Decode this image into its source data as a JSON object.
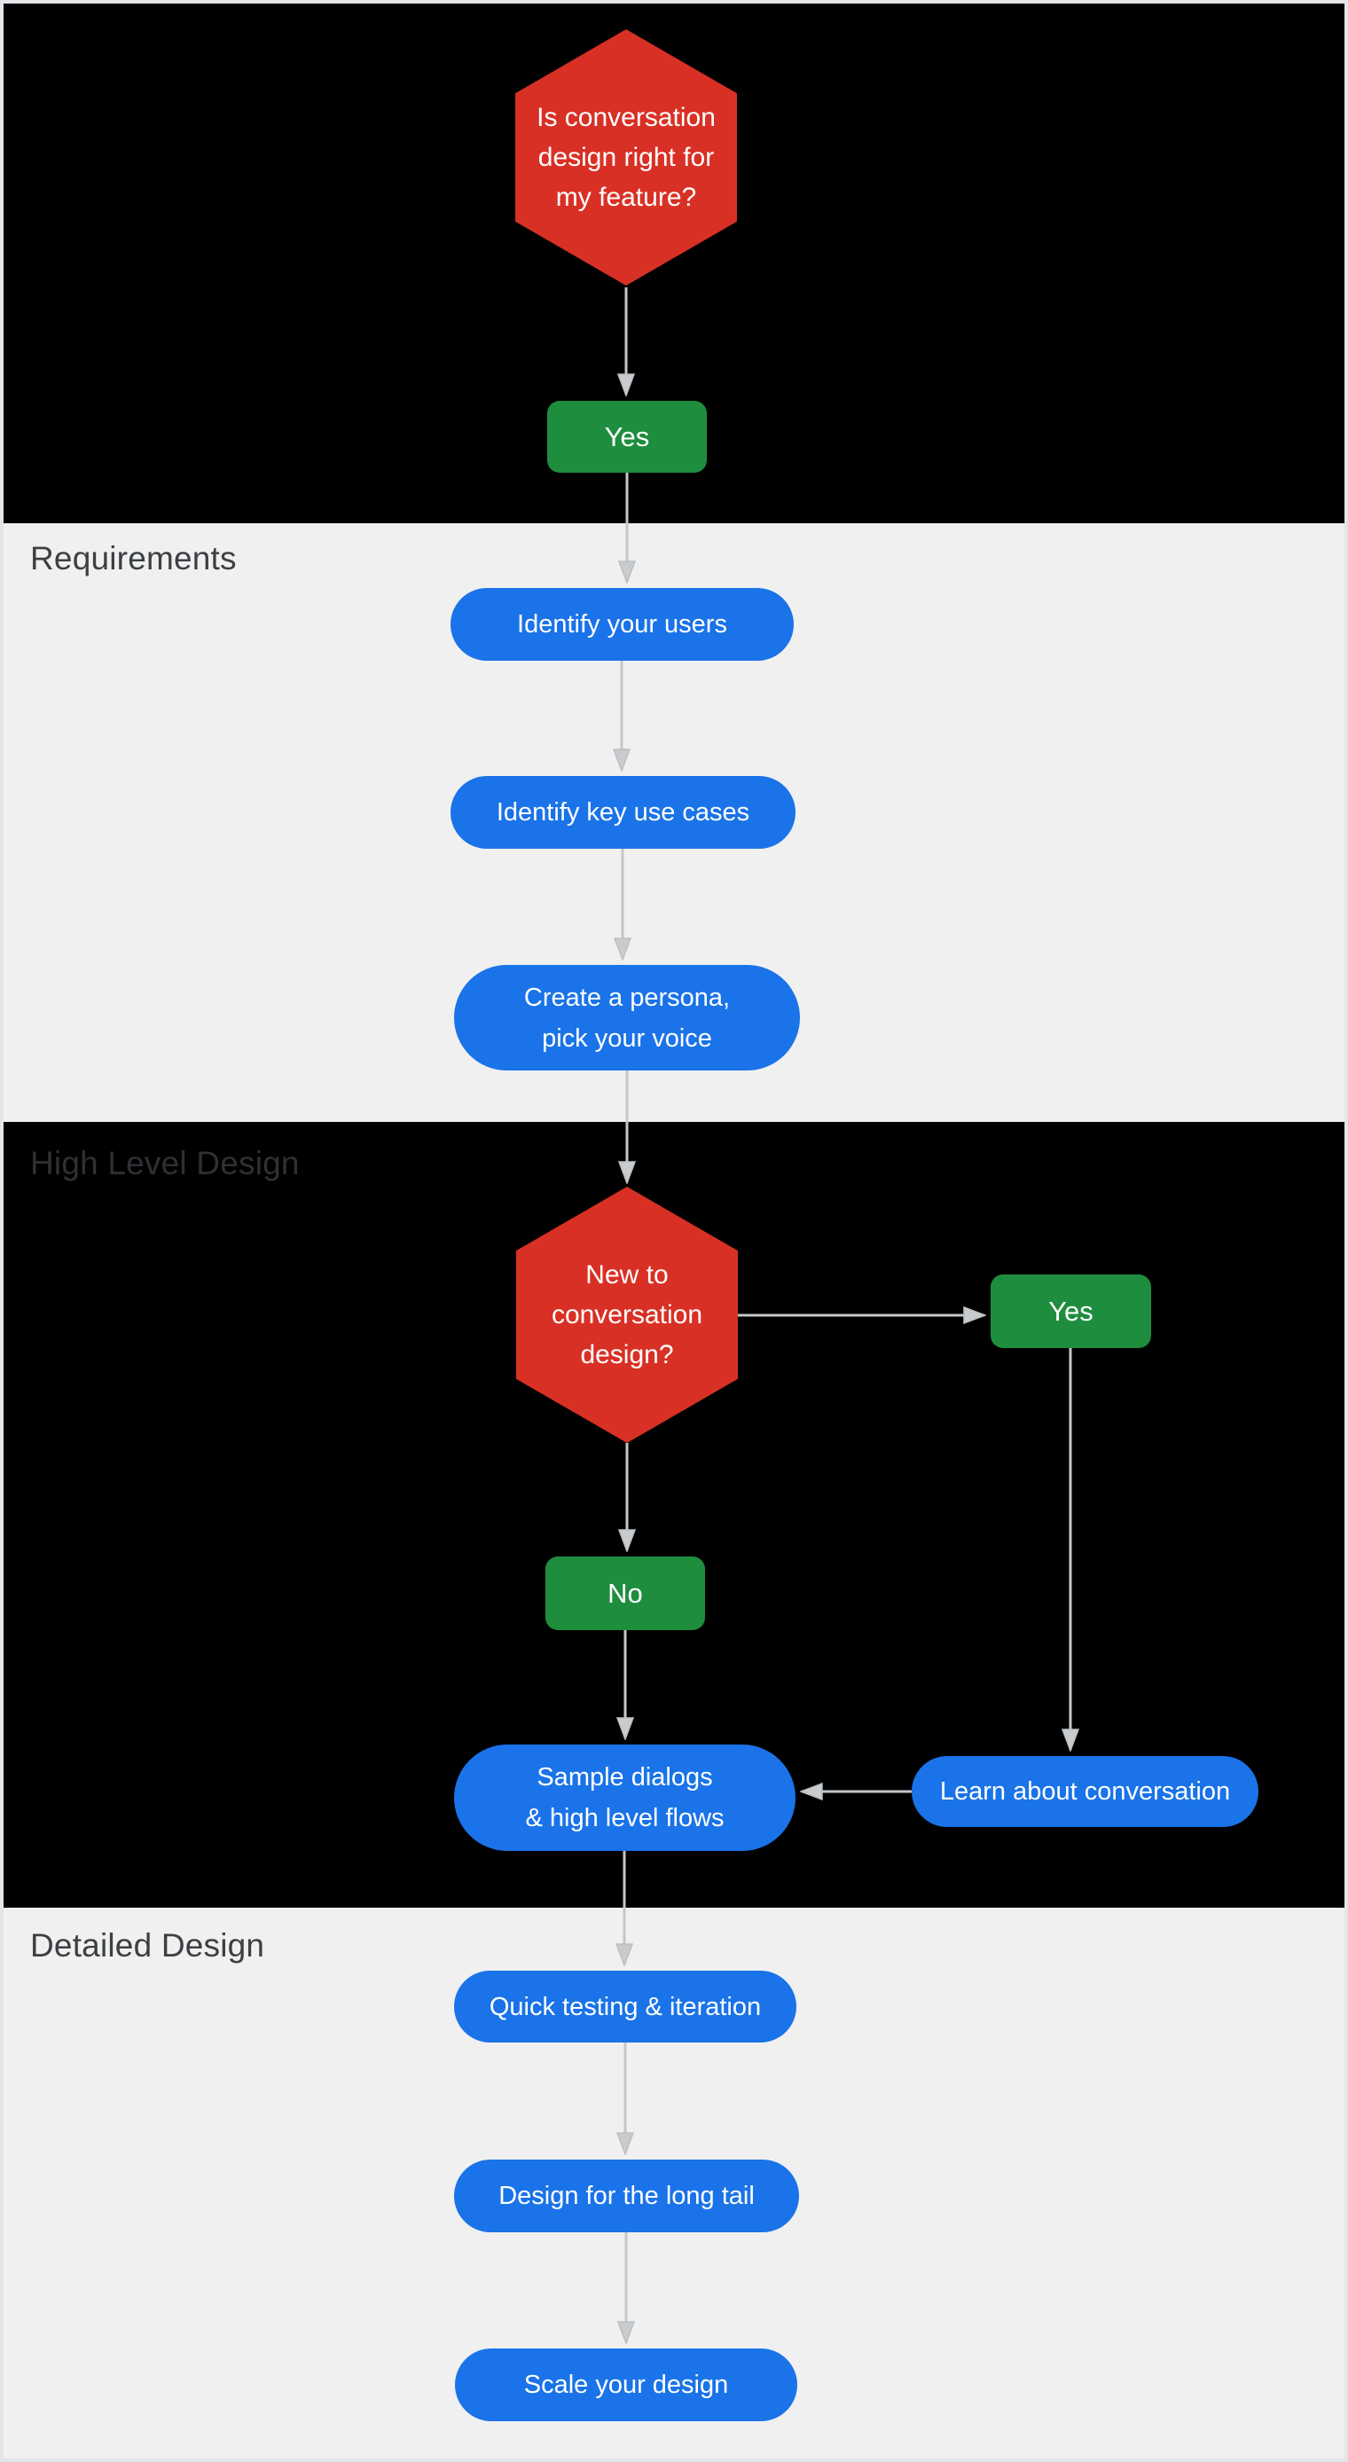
{
  "palette": {
    "red": "#d93025",
    "green": "#1e8e3e",
    "blue": "#1a73e8",
    "black": "#000000",
    "section_gray": "#f0f0f1",
    "arrow": "#c4c7ca",
    "label_dark": "#3c4043"
  },
  "sections": {
    "requirements": "Requirements",
    "high_level_design": "High Level Design",
    "detailed_design": "Detailed Design"
  },
  "nodes": {
    "decision1": {
      "type": "decision",
      "label": "Is conversation\ndesign right for\nmy feature?"
    },
    "yes1": {
      "type": "answer",
      "label": "Yes"
    },
    "identify_users": {
      "type": "step",
      "label": "Identify your users"
    },
    "identify_use_cases": {
      "type": "step",
      "label": "Identify key use cases"
    },
    "create_persona": {
      "type": "step",
      "label": "Create a persona,\npick your voice"
    },
    "decision2": {
      "type": "decision",
      "label": "New to\nconversation\ndesign?"
    },
    "yes2": {
      "type": "answer",
      "label": "Yes"
    },
    "no1": {
      "type": "answer",
      "label": "No"
    },
    "sample_dialogs": {
      "type": "step",
      "label": "Sample dialogs\n& high level flows"
    },
    "learn_conversation": {
      "type": "step",
      "label": "Learn about conversation"
    },
    "quick_testing": {
      "type": "step",
      "label": "Quick testing & iteration"
    },
    "long_tail": {
      "type": "step",
      "label": "Design for the long tail"
    },
    "scale_design": {
      "type": "step",
      "label": "Scale your design"
    }
  },
  "edges": [
    {
      "from": "decision1",
      "to": "yes1"
    },
    {
      "from": "yes1",
      "to": "identify_users"
    },
    {
      "from": "identify_users",
      "to": "identify_use_cases"
    },
    {
      "from": "identify_use_cases",
      "to": "create_persona"
    },
    {
      "from": "create_persona",
      "to": "decision2"
    },
    {
      "from": "decision2",
      "to": "yes2",
      "branch": "right"
    },
    {
      "from": "decision2",
      "to": "no1",
      "branch": "down"
    },
    {
      "from": "yes2",
      "to": "learn_conversation"
    },
    {
      "from": "learn_conversation",
      "to": "sample_dialogs"
    },
    {
      "from": "no1",
      "to": "sample_dialogs"
    },
    {
      "from": "sample_dialogs",
      "to": "quick_testing"
    },
    {
      "from": "quick_testing",
      "to": "long_tail"
    },
    {
      "from": "long_tail",
      "to": "scale_design"
    }
  ]
}
